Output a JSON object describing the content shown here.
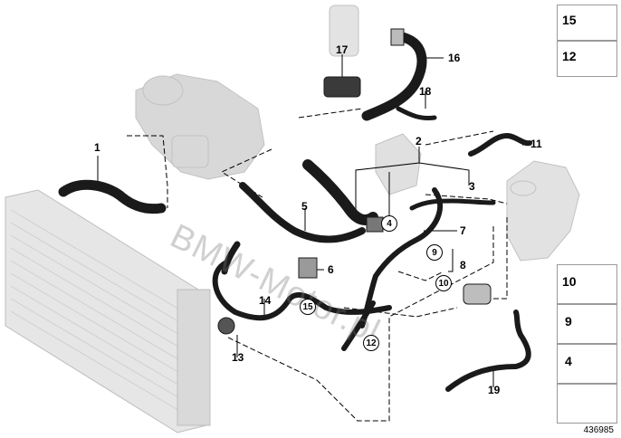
{
  "callouts": {
    "c1": "1",
    "c2": "2",
    "c3": "3",
    "c4": "4",
    "c5": "5",
    "c6": "6",
    "c7": "7",
    "c8": "8",
    "c9": "9",
    "c10": "10",
    "c11": "11",
    "c12": "12",
    "c13": "13",
    "c14": "14",
    "c15": "15",
    "c16": "16",
    "c17": "17",
    "c18": "18",
    "c19": "19"
  },
  "legend": {
    "p15": "15",
    "p12": "12",
    "p10": "10",
    "p9": "9",
    "p4": "4"
  },
  "watermark": "BMW-Motor.pl",
  "diagram_id": "436985",
  "colors": {
    "hose": "#1a1a1a",
    "ghost": "#cfcfcf",
    "line": "#000000",
    "panel_border": "#9a9a9a"
  }
}
